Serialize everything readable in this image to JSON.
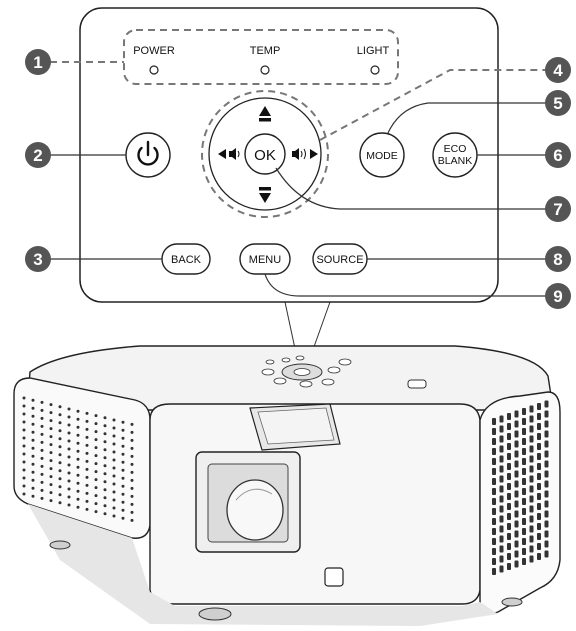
{
  "indicators": {
    "power": "POWER",
    "temp": "TEMP",
    "light": "LIGHT"
  },
  "buttons": {
    "ok": "OK",
    "mode": "MODE",
    "eco_line1": "ECO",
    "eco_line2": "BLANK",
    "back": "BACK",
    "menu": "MENU",
    "source": "SOURCE"
  },
  "callouts": [
    "1",
    "2",
    "3",
    "4",
    "5",
    "6",
    "7",
    "8",
    "9"
  ],
  "icons": {
    "power": "power-icon",
    "up": "keystone-up-arrow-icon",
    "down": "keystone-down-arrow-icon",
    "left": "volume-down-left-arrow-icon",
    "right": "volume-up-right-arrow-icon"
  },
  "colors": {
    "panel_border": "#222222",
    "badge": "#555555",
    "dashed": "#777777"
  }
}
